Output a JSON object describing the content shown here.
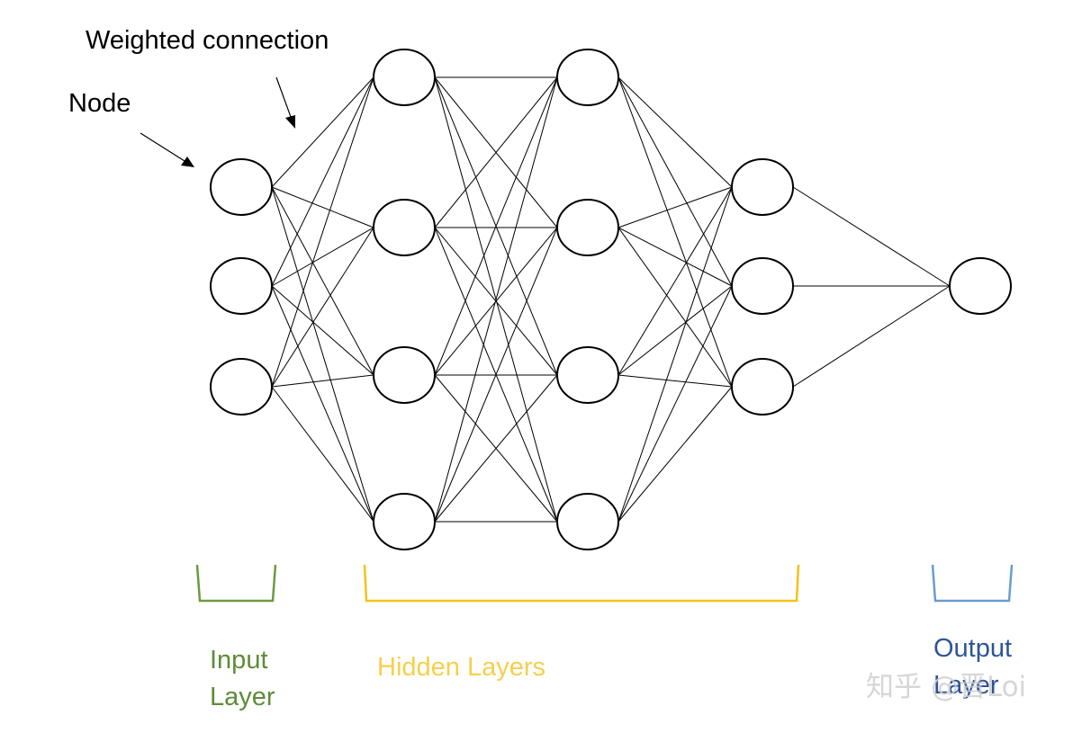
{
  "annotations": {
    "weighted_connection": "Weighted connection",
    "node": "Node"
  },
  "layers": [
    {
      "key": "input",
      "label": "Input\nLayer",
      "color": "#6c9a3f",
      "label_color": "#5e8c38"
    },
    {
      "key": "hidden",
      "label": "Hidden Layers",
      "color": "#f0c419",
      "label_color": "#f5d04a"
    },
    {
      "key": "output",
      "label": "Output\nLayer",
      "color": "#6a9bd1",
      "label_color": "#2f5496"
    }
  ],
  "network": {
    "layer_sizes": [
      3,
      4,
      4,
      3,
      1
    ],
    "node_stroke": "#000000",
    "edge_stroke": "#000000"
  },
  "watermark": "知乎 @晋Loi"
}
